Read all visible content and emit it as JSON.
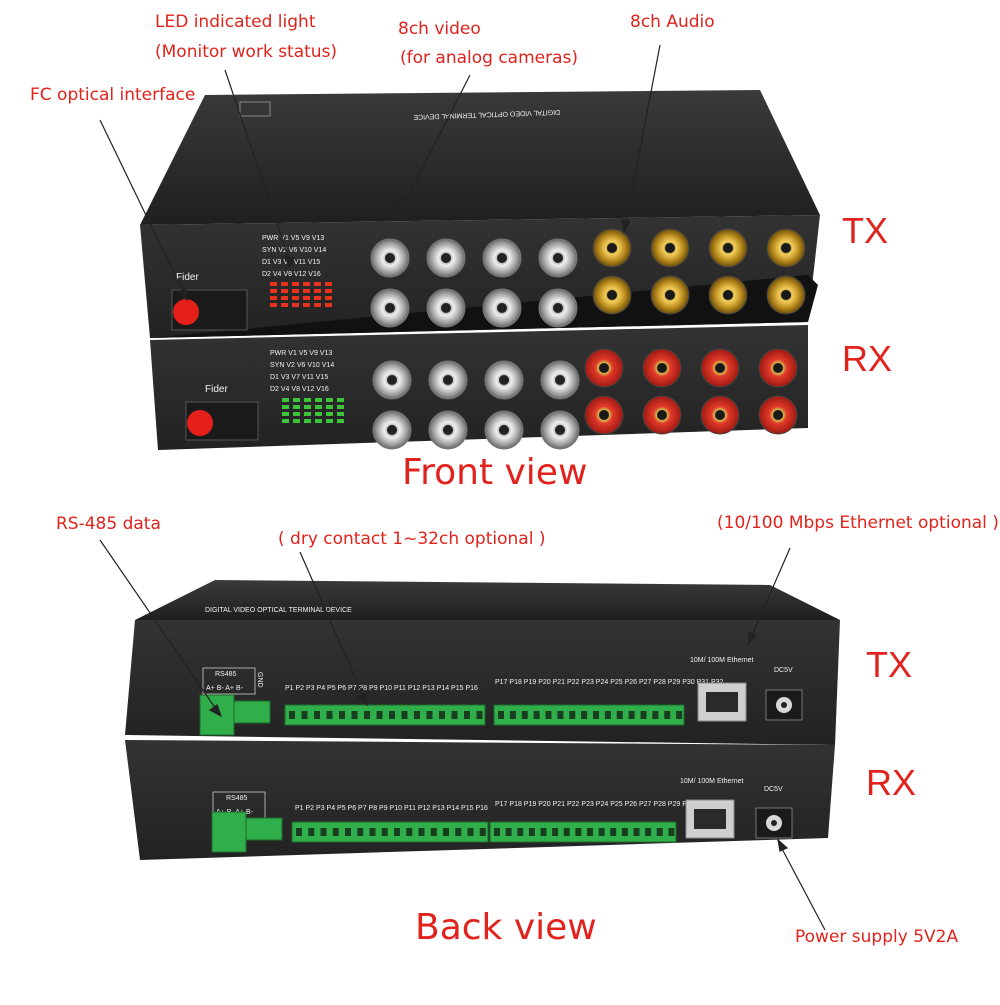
{
  "labels": {
    "led_line1": "LED indicated light",
    "led_line2": "(Monitor work status)",
    "video_line1": "8ch video",
    "video_line2": "(for analog cameras)",
    "audio": "8ch Audio",
    "fc": "FC optical interface",
    "tx_front": "TX",
    "rx_front": "RX",
    "front_view": "Front view",
    "rs485": "RS-485 data",
    "dry_contact": "( dry contact 1~32ch optional )",
    "ethernet": "(10/100 Mbps Ethernet optional )",
    "tx_back": "TX",
    "rx_back": "RX",
    "back_view": "Back view",
    "power": "Power supply 5V2A"
  },
  "device": {
    "top_label": "DIGITAL VIDEO OPTICAL TERMINAL DEVICE",
    "fider": "Fider",
    "led_rows_tx": [
      "PWR V1  V5  V9  V13",
      "SYN V2  V6  V10 V14",
      "D1  V3  V7  V11 V15",
      "D2  V4  V8  V12 V16"
    ],
    "led_rows_rx": [
      "PWR V1  V5  V9  V13",
      "SYN V2  V6  V10 V14",
      "D1  V3  V7  V11 V15",
      "D2  V4  V8  V12 V16"
    ],
    "rs485_label": "RS485",
    "rs485_pins": "A+ B- A+ B-",
    "gnd": "GND",
    "ports_left": "P1 P2 P3 P4 P5 P6 P7 P8 P9 P10 P11 P12 P13 P14 P15 P16",
    "ports_right": "P17 P18 P19 P20 P21 P22 P23 P24 P25 P26 P27 P28 P29 P30 P31 P32",
    "ethernet_label": "10M/ 100M Ethernet",
    "dc_label": "DC5V"
  },
  "colors": {
    "annotation": "#e0231c",
    "chassis": "#2b2b2b",
    "led_red": "#e8321e",
    "led_green": "#3ec43a",
    "terminal_green": "#2fae4a"
  }
}
